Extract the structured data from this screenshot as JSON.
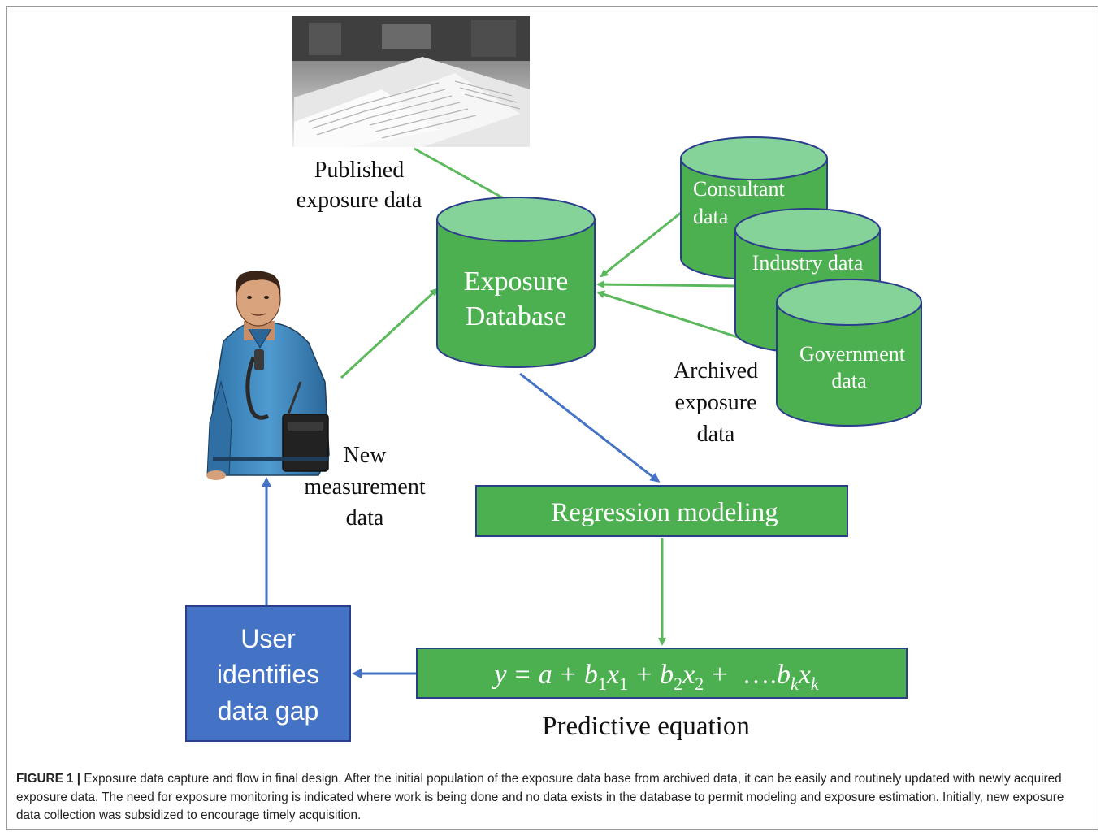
{
  "colors": {
    "green_fill": "#4caf50",
    "green_top": "#86d39a",
    "navy_outline": "#2b3e8c",
    "blue_box": "#4472c4",
    "green_arrow": "#5cb85c",
    "blue_arrow": "#4472c4"
  },
  "nodes": {
    "published_label_line1": "Published",
    "published_label_line2": "exposure data",
    "exposure_db_line1": "Exposure",
    "exposure_db_line2": "Database",
    "consultant_line1": "Consultant",
    "consultant_line2": "data",
    "industry": "Industry data",
    "government_line1": "Government",
    "government_line2": "data",
    "archived_line1": "Archived",
    "archived_line2": "exposure",
    "archived_line3": "data",
    "new_measure_line1": "New",
    "new_measure_line2": "measurement",
    "new_measure_line3": "data",
    "regression": "Regression modeling",
    "user_gap_line1": "User",
    "user_gap_line2": "identifies",
    "user_gap_line3": "data gap",
    "predictive_label": "Predictive equation"
  },
  "equation": {
    "y": "y",
    "eq": "=",
    "a": "a",
    "plus": "+",
    "b": "b",
    "x": "x",
    "s1": "1",
    "s2": "2",
    "dots": "….",
    "sk": "k"
  },
  "caption": {
    "label": "FIGURE 1 |",
    "text": "Exposure data capture and flow in final design. After the initial population of the exposure data base from archived data, it can be easily and routinely updated with newly acquired exposure data. The need for exposure monitoring is indicated where work is being done and no data exists in the database to permit modeling and exposure estimation. Initially, new exposure data collection was subsidized to encourage timely acquisition."
  }
}
